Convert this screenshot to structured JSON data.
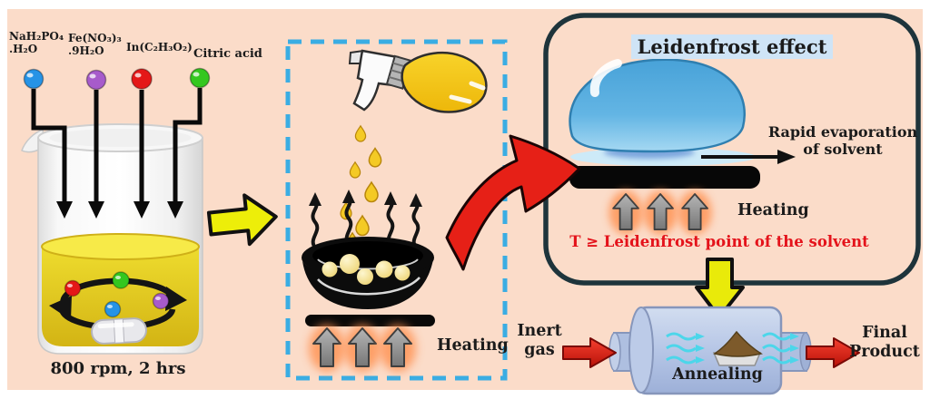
{
  "mixing": {
    "reagents": [
      {
        "label": "NaH₂PO₄\n.H₂O",
        "color": "#2693e6"
      },
      {
        "label": "Fe(NO₃)₃\n.9H₂O",
        "color": "#a75bcb"
      },
      {
        "label": "In(C₂H₃O₂)",
        "color": "#e41818"
      },
      {
        "label": "Citric acid",
        "color": "#34c71f"
      }
    ],
    "caption": "800 rpm, 2 hrs"
  },
  "spray": {
    "heating": "Heating"
  },
  "leidenfrost": {
    "title": "Leidenfrost effect",
    "evaporation": "Rapid evaporation\nof solvent",
    "heating": "Heating",
    "condition": "T ≥ Leidenfrost point of the solvent"
  },
  "annealing": {
    "inlet": "Inert\ngas",
    "label": "Annealing",
    "outlet": "Final\nProduct"
  },
  "colors": {
    "stage_background": "#fbdcc9",
    "dashed_border": "#3aade3",
    "panel_border": "#1e343b",
    "title_highlight": "#cfe4f6",
    "accent_red": "#e62017",
    "accent_yellow": "#edee09",
    "droplet_blue": "#58aedd",
    "liquid_yellow": "#ecd52a",
    "heating_glow": "#ff9050",
    "furnace_blue": "#b6c6e6",
    "condition_text": "#e4131b",
    "flow_cyan": "#4cd6ea"
  }
}
